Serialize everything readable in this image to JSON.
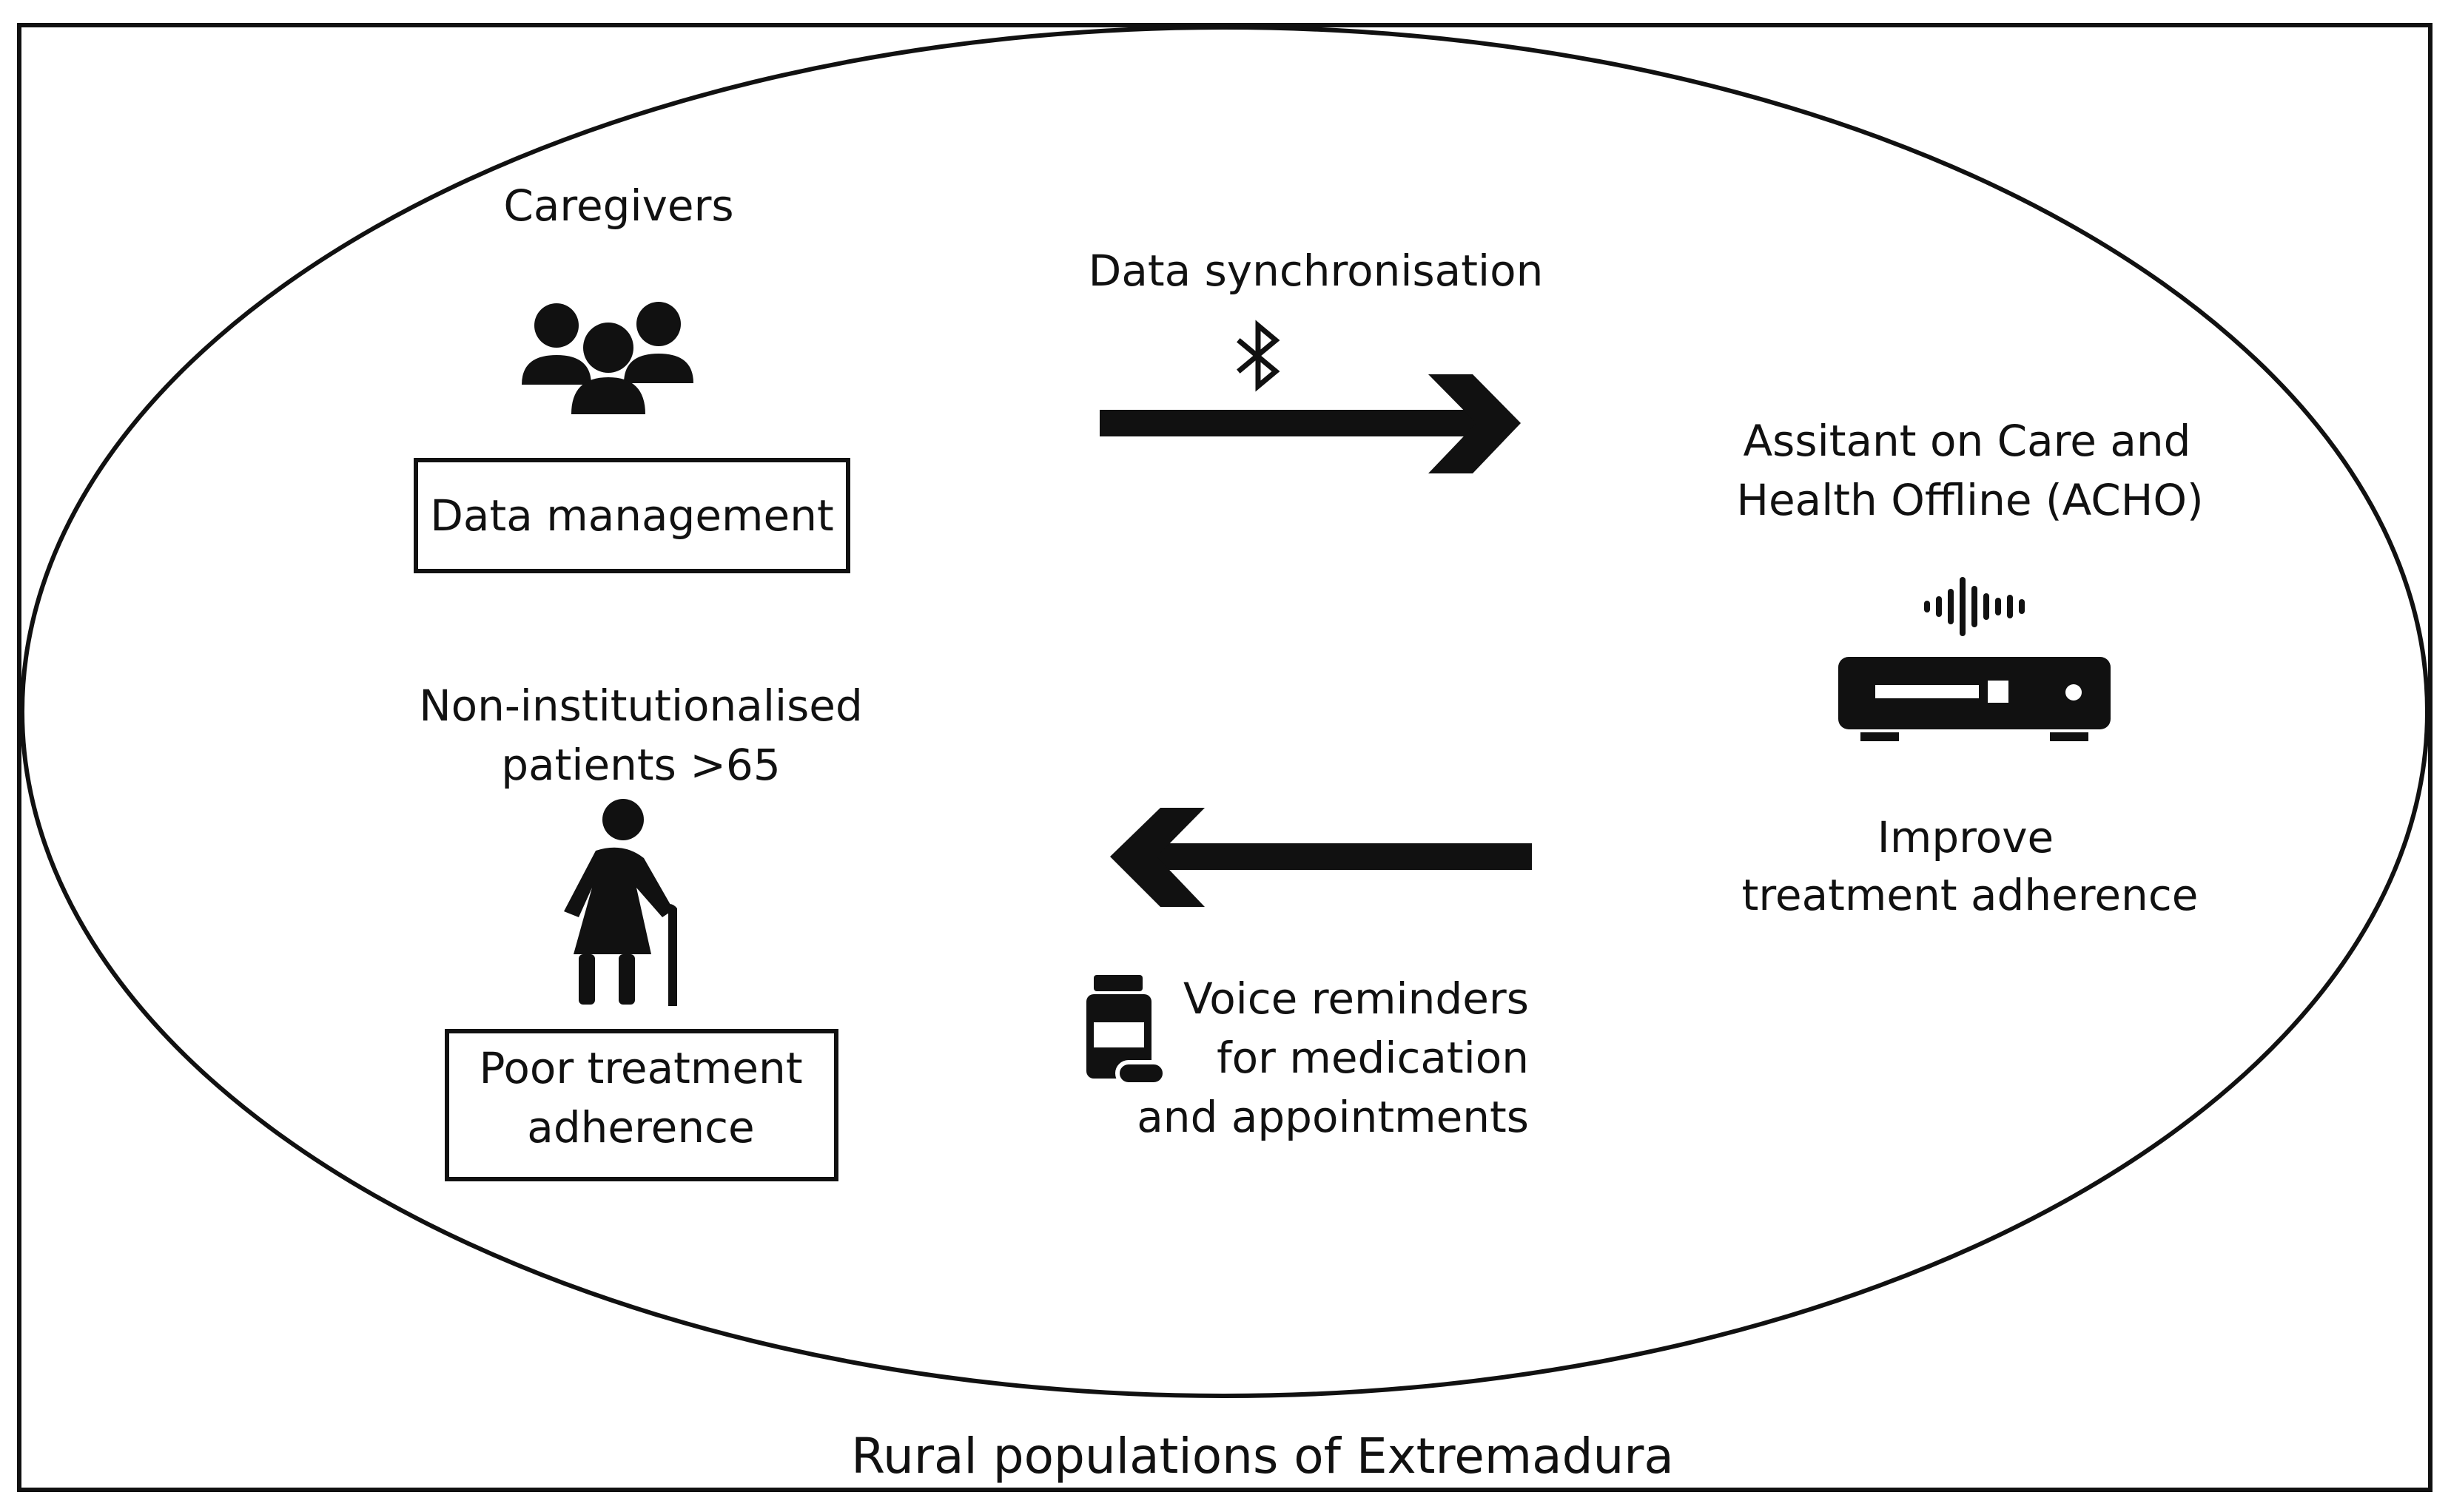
{
  "caregivers": {
    "title": "Caregivers",
    "box_label": "Data management",
    "icon": "group-icon"
  },
  "sync": {
    "label": "Data synchronisation",
    "icon": "bluetooth-icon"
  },
  "acho": {
    "title_line1": "Assitant on Care and",
    "title_line2": "Health Offline (ACHO)",
    "icons": [
      "sound-wave-icon",
      "device-box-icon"
    ],
    "goal_line1": "Improve",
    "goal_line2": "treatment adherence"
  },
  "patients": {
    "title_line1": "Non-institutionalised",
    "title_line2": "patients >65",
    "icon": "elderly-person-with-cane-icon",
    "box_line1": "Poor treatment",
    "box_line2": "adherence"
  },
  "reminders": {
    "line1": "Voice reminders",
    "line2": "for medication",
    "line3": "and appointments",
    "icon": "pill-bottle-icon"
  },
  "context": {
    "label": "Rural populations of Extremadura"
  },
  "colors": {
    "ink": "#111111",
    "background": "#ffffff"
  }
}
